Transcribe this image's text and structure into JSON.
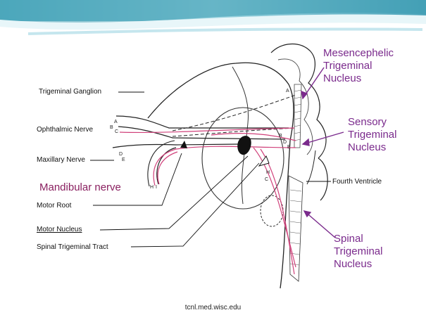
{
  "labels": {
    "trigeminal_ganglion": "Trigeminal Ganglion",
    "ophthalmic_nerve": "Ophthalmic Nerve",
    "maxillary_nerve": "Maxillary Nerve",
    "mandibular_nerve": "Mandibular nerve",
    "motor_root": "Motor Root",
    "motor_nucleus": "Motor Nucleus",
    "spinal_trigeminal_tract": "Spinal Trigeminal Tract",
    "fourth_ventricle": "Fourth Ventricle",
    "mesencephalic_1": "Mesencephelic",
    "mesencephalic_2": "Trigeminal",
    "mesencephalic_3": "Nucleus",
    "sensory_1": "Sensory",
    "sensory_2": "Trigeminal",
    "sensory_3": "Nucleus",
    "spinal_1": "Spinal",
    "spinal_2": "Trigeminal",
    "spinal_3": "Nucleus"
  },
  "letters": {
    "a1": "A",
    "b1": "B",
    "c1": "C",
    "d1": "D",
    "e1": "E",
    "h1": "H",
    "i1": "I",
    "a2": "A",
    "b2": "B",
    "c2": "C",
    "d2": "D",
    "e2": "E",
    "h2": "H"
  },
  "footer": "tcnl.med.wisc.edu",
  "colors": {
    "accent_purple": "#7a2a8c",
    "banner_teal": "#7fc6d4",
    "pathway_pink": "#d0407a"
  }
}
